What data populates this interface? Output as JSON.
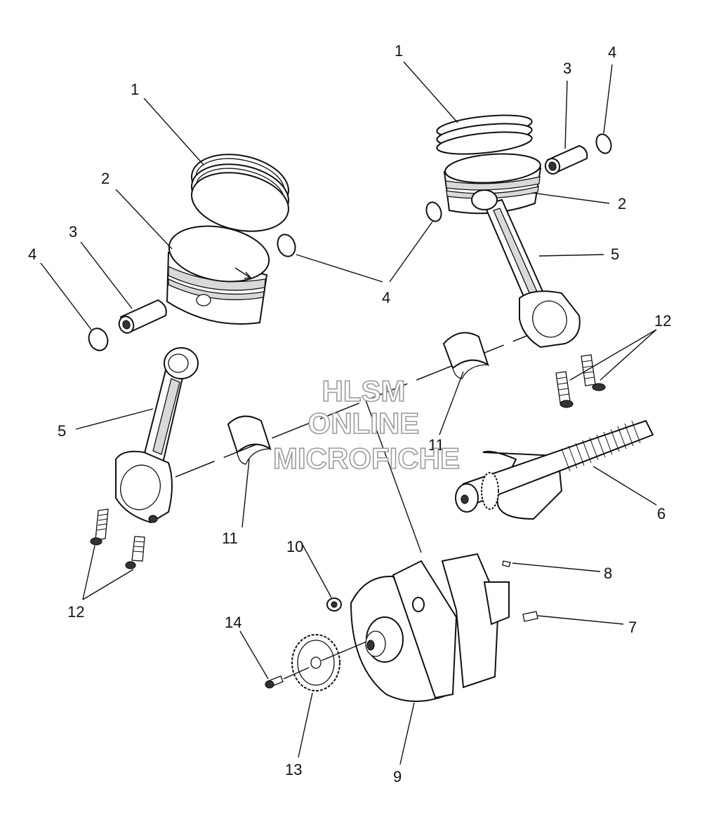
{
  "watermark": {
    "line1": "HLSM",
    "line2": "ONLINE",
    "line3": "MICROFICHE"
  },
  "callouts": {
    "c1a": "1",
    "c1b": "1",
    "c2a": "2",
    "c2b": "2",
    "c3a": "3",
    "c3b": "3",
    "c4a": "4",
    "c4b": "4",
    "c4c": "4",
    "c5a": "5",
    "c5b": "5",
    "c6": "6",
    "c7": "7",
    "c8": "8",
    "c9": "9",
    "c10": "10",
    "c11a": "11",
    "c11b": "11",
    "c12a": "12",
    "c12b": "12",
    "c13": "13",
    "c14": "14"
  }
}
